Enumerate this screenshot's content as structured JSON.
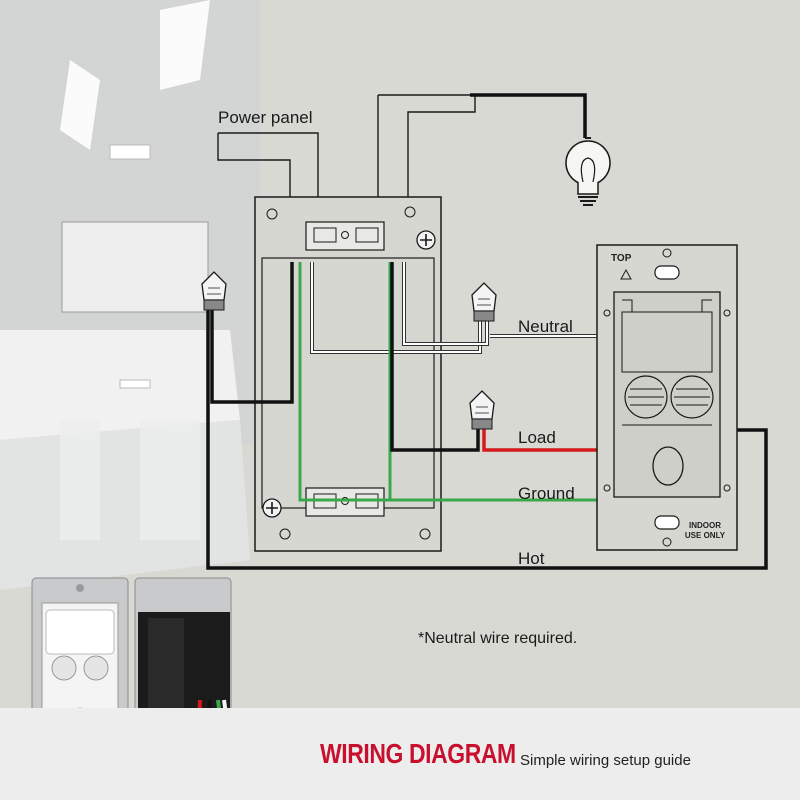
{
  "labels": {
    "power_panel": "Power panel",
    "neutral": "Neutral",
    "load": "Load",
    "ground": "Ground",
    "hot": "Hot",
    "note": "*Neutral wire required.",
    "top": "TOP",
    "indoor_line1": "INDOOR",
    "indoor_line2": "USE ONLY"
  },
  "footer": {
    "title": "WIRING DIAGRAM",
    "subtitle": "Simple wiring setup guide"
  },
  "colors": {
    "accent_red": "#c8102e",
    "wire_black": "#111111",
    "wire_red": "#d61a1a",
    "wire_green": "#3aa84a",
    "wire_white": "#ffffff",
    "background": "#d9d9d4"
  },
  "icons": {
    "bulb": "light-bulb-icon",
    "wire_nut": "wire-nut-icon",
    "screw": "screw-icon",
    "triangle": "triangle-up-icon"
  }
}
